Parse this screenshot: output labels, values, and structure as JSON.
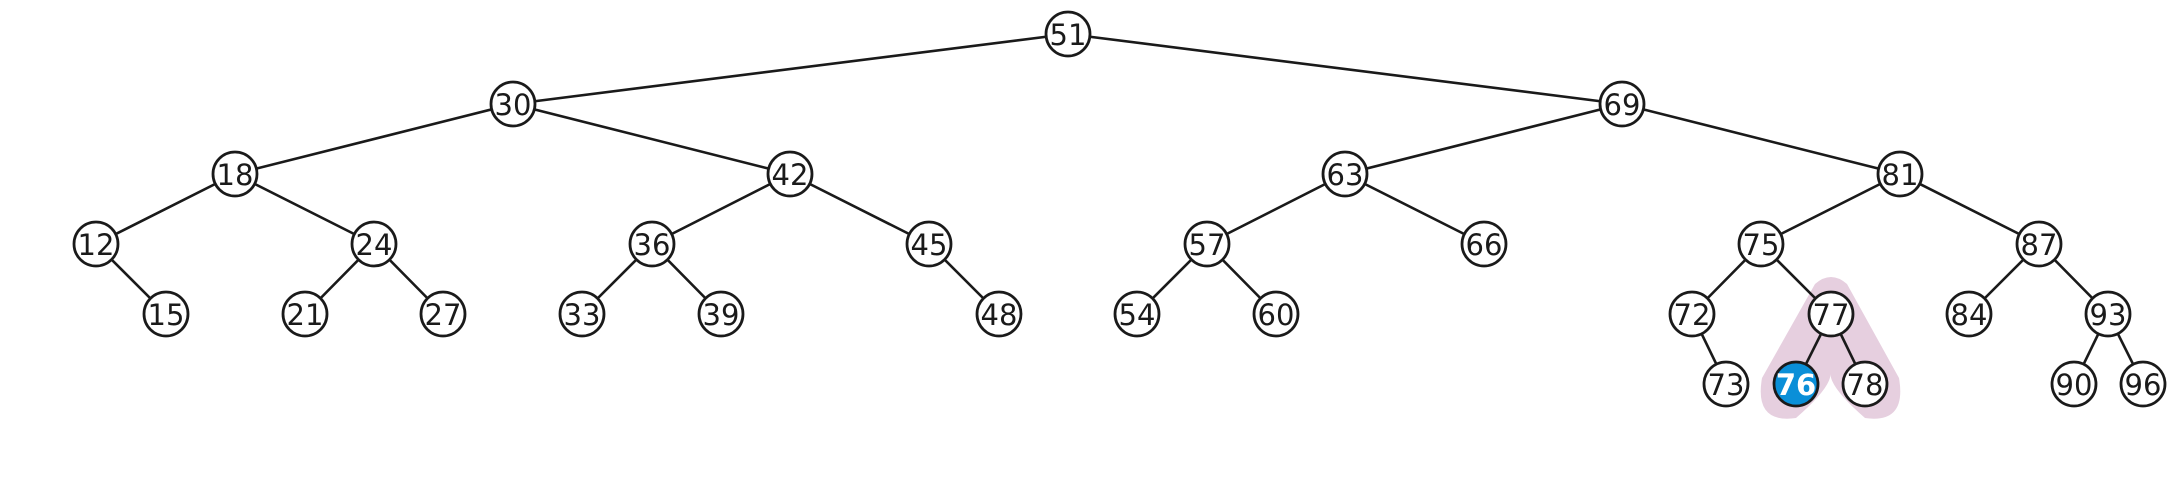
{
  "tree": {
    "colors": {
      "node_fill": "#ffffff",
      "node_stroke": "#1a1a1a",
      "edge": "#1a1a1a",
      "active_fill": "#0a8fd8",
      "active_text": "#ffffff",
      "highlight": "#e6cfdf"
    },
    "active_node": "76",
    "highlighted_subtree_root": "77",
    "nodes": [
      {
        "id": "51",
        "label": "51",
        "parent": null
      },
      {
        "id": "30",
        "label": "30",
        "parent": "51"
      },
      {
        "id": "69",
        "label": "69",
        "parent": "51"
      },
      {
        "id": "18",
        "label": "18",
        "parent": "30"
      },
      {
        "id": "42",
        "label": "42",
        "parent": "30"
      },
      {
        "id": "63",
        "label": "63",
        "parent": "69"
      },
      {
        "id": "81",
        "label": "81",
        "parent": "69"
      },
      {
        "id": "12",
        "label": "12",
        "parent": "18"
      },
      {
        "id": "24",
        "label": "24",
        "parent": "18"
      },
      {
        "id": "36",
        "label": "36",
        "parent": "42"
      },
      {
        "id": "45",
        "label": "45",
        "parent": "42"
      },
      {
        "id": "57",
        "label": "57",
        "parent": "63"
      },
      {
        "id": "66",
        "label": "66",
        "parent": "63"
      },
      {
        "id": "75",
        "label": "75",
        "parent": "81"
      },
      {
        "id": "87",
        "label": "87",
        "parent": "81"
      },
      {
        "id": "15",
        "label": "15",
        "parent": "12"
      },
      {
        "id": "21",
        "label": "21",
        "parent": "24"
      },
      {
        "id": "27",
        "label": "27",
        "parent": "24"
      },
      {
        "id": "33",
        "label": "33",
        "parent": "36"
      },
      {
        "id": "39",
        "label": "39",
        "parent": "36"
      },
      {
        "id": "48",
        "label": "48",
        "parent": "45"
      },
      {
        "id": "54",
        "label": "54",
        "parent": "57"
      },
      {
        "id": "60",
        "label": "60",
        "parent": "57"
      },
      {
        "id": "72",
        "label": "72",
        "parent": "75"
      },
      {
        "id": "77",
        "label": "77",
        "parent": "75"
      },
      {
        "id": "84",
        "label": "84",
        "parent": "87"
      },
      {
        "id": "93",
        "label": "93",
        "parent": "87"
      },
      {
        "id": "73",
        "label": "73",
        "parent": "72"
      },
      {
        "id": "76",
        "label": "76",
        "parent": "77"
      },
      {
        "id": "78",
        "label": "78",
        "parent": "77"
      },
      {
        "id": "90",
        "label": "90",
        "parent": "93"
      },
      {
        "id": "96",
        "label": "96",
        "parent": "93"
      }
    ]
  }
}
